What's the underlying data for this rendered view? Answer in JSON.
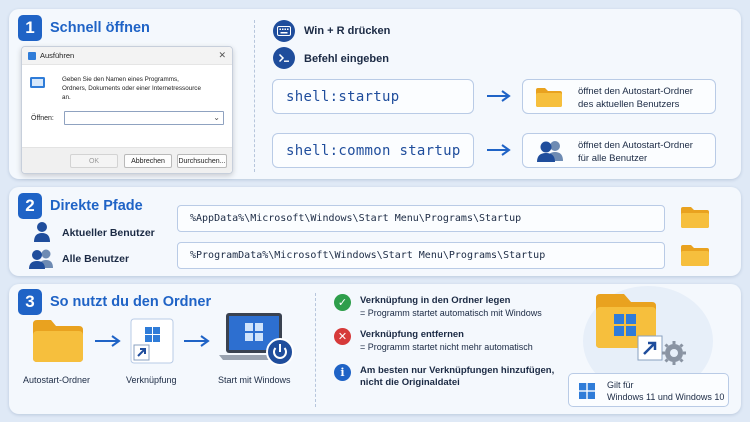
{
  "section1": {
    "number": "1",
    "title": "Schnell öffnen",
    "run_dialog": {
      "window_title": "Ausführen",
      "close": "✕",
      "description": [
        "Geben Sie den Namen eines Programms,",
        "Ordners, Dokuments oder einer Internetressource",
        "an."
      ],
      "open_label": "Öffnen:",
      "open_value": "",
      "ok": "OK",
      "cancel": "Abbrechen",
      "browse": "Durchsuchen..."
    },
    "step_keys": "Win + R drücken",
    "step_command": "Befehl eingeben",
    "commands": [
      {
        "code": "shell:startup",
        "desc_line1": "öffnet den Autostart-Ordner",
        "desc_line2": "des aktuellen Benutzers",
        "icon": "folder-icon"
      },
      {
        "code": "shell:common startup",
        "desc_line1": "öffnet den Autostart-Ordner",
        "desc_line2": "für alle Benutzer",
        "icon": "users-icon"
      }
    ]
  },
  "section2": {
    "number": "2",
    "title": "Direkte Pfade",
    "rows": [
      {
        "label": "Aktueller Benutzer",
        "path": "%AppData%\\Microsoft\\Windows\\Start Menu\\Programs\\Startup"
      },
      {
        "label": "Alle Benutzer",
        "path": "%ProgramData%\\Microsoft\\Windows\\Start Menu\\Programs\\Startup"
      }
    ]
  },
  "section3": {
    "number": "3",
    "title": "So nutzt du den Ordner",
    "flow": [
      "Autostart-Ordner",
      "Verknüpfung",
      "Start mit Windows"
    ],
    "tips": [
      {
        "title": "Verknüpfung in den Ordner legen",
        "sub": "= Programm startet automatisch mit Windows",
        "color": "#2e9e4b",
        "symbol": "✓"
      },
      {
        "title": "Verknüpfung entfernen",
        "sub": "= Programm startet nicht mehr automatisch",
        "color": "#d63a3a",
        "symbol": "✕"
      },
      {
        "title_line1": "Am besten nur Verknüpfungen hinzufügen,",
        "title_line2": "nicht die Originaldatei",
        "color": "#1f63c6",
        "symbol": "i"
      }
    ],
    "badge_line1": "Gilt für",
    "badge_line2": "Windows 11 und Windows 10"
  },
  "colors": {
    "accent": "#1f63c6",
    "folder": "#f2b632",
    "success": "#2e9e4b",
    "error": "#d63a3a"
  }
}
